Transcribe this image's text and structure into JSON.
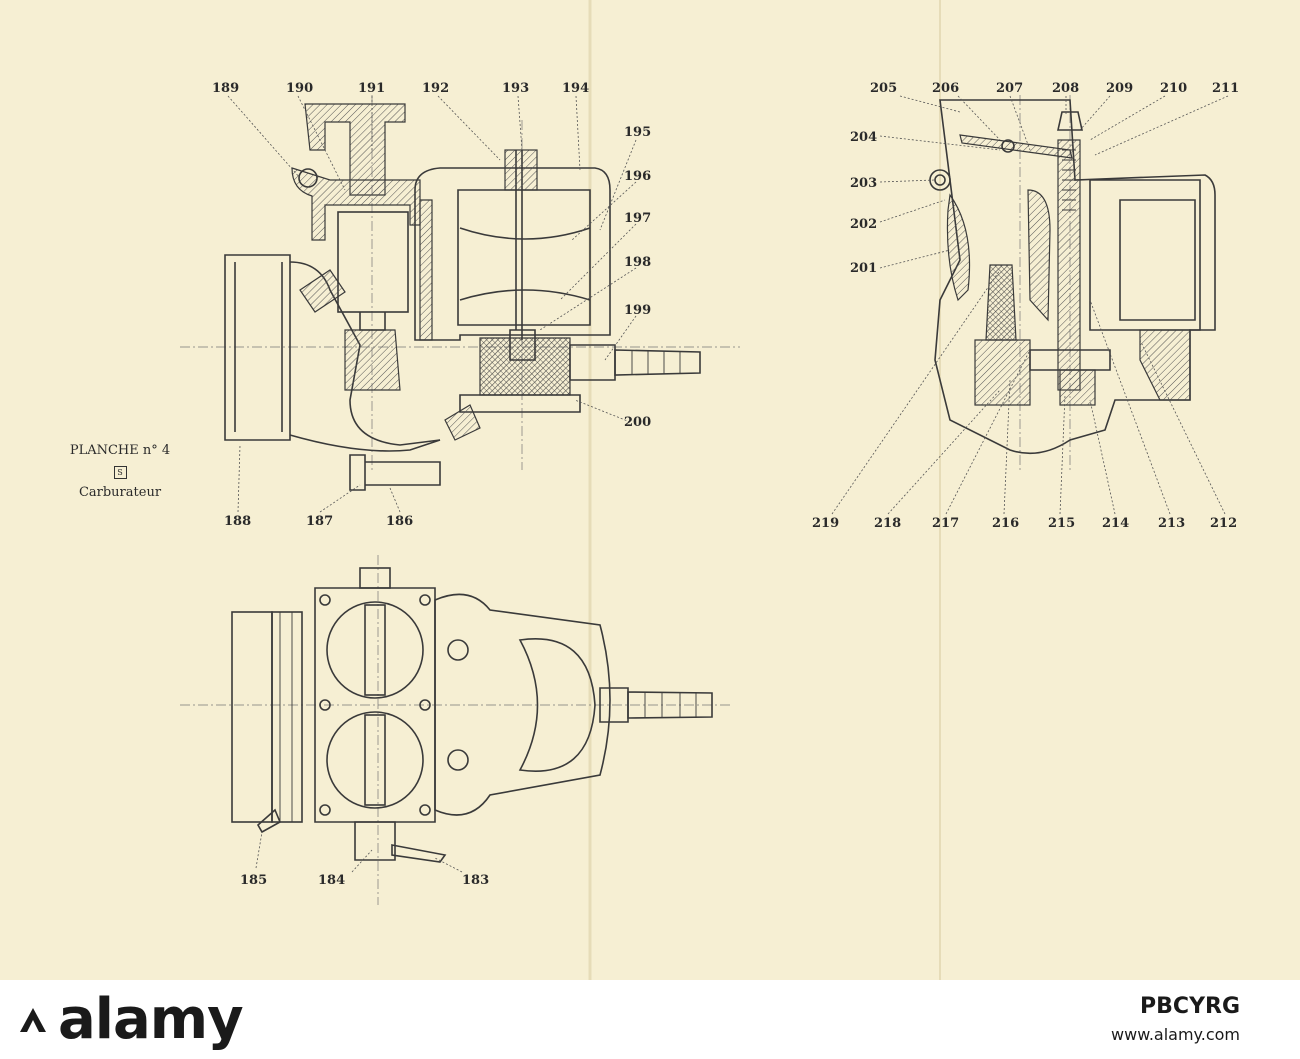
{
  "plate": {
    "caption_line1": "PLANCHE n° 4",
    "caption_mark": "S",
    "caption_line2": "Carburateur"
  },
  "labels": {
    "l183": "183",
    "l184": "184",
    "l185": "185",
    "l186": "186",
    "l187": "187",
    "l188": "188",
    "l189": "189",
    "l190": "190",
    "l191": "191",
    "l192": "192",
    "l193": "193",
    "l194": "194",
    "l195": "195",
    "l196": "196",
    "l197": "197",
    "l198": "198",
    "l199": "199",
    "l200": "200",
    "l201": "201",
    "l202": "202",
    "l203": "203",
    "l204": "204",
    "l205": "205",
    "l206": "206",
    "l207": "207",
    "l208": "208",
    "l209": "209",
    "l210": "210",
    "l211": "211",
    "l212": "212",
    "l213": "213",
    "l214": "214",
    "l215": "215",
    "l216": "216",
    "l217": "217",
    "l218": "218",
    "l219": "219"
  },
  "footer": {
    "brand": "alamy",
    "image_id": "PBCYRG",
    "url": "www.alamy.com"
  },
  "colors": {
    "paper": "#f6efd3",
    "ink": "#3a3a3a",
    "footer_bg": "#ffffff"
  }
}
